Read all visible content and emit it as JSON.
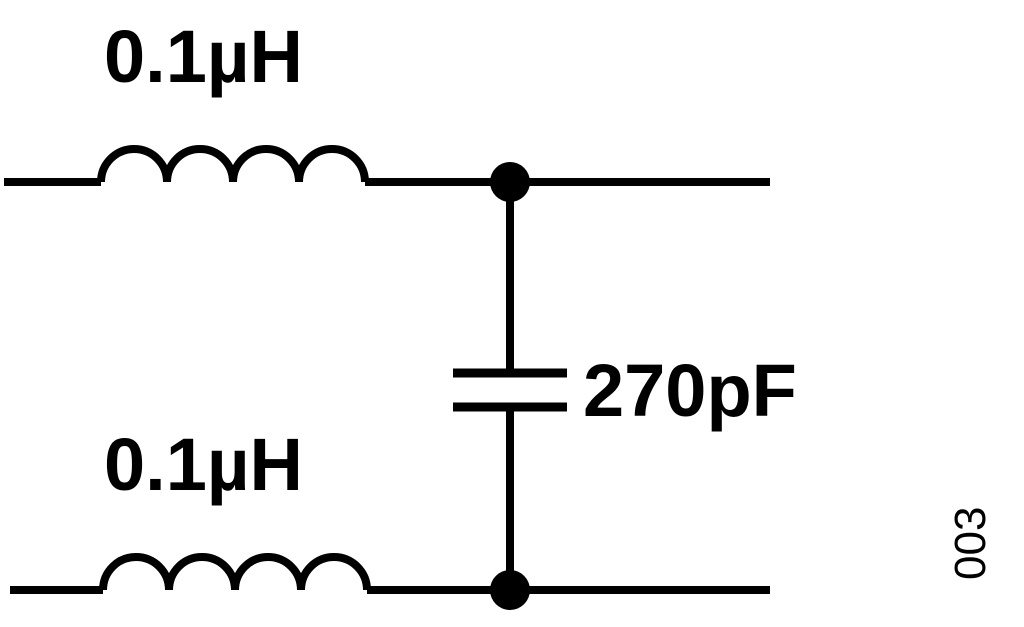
{
  "diagram": {
    "type": "circuit-schematic",
    "description": "LC low-pass filter with series inductors on both rails and a shunt capacitor",
    "colors": {
      "line": "#000000",
      "background": "#ffffff"
    },
    "components": {
      "inductor_top": {
        "label": "0.1µH"
      },
      "inductor_bottom": {
        "label": "0.1µH"
      },
      "capacitor": {
        "label": "270pF"
      }
    },
    "figure_code": "003"
  }
}
